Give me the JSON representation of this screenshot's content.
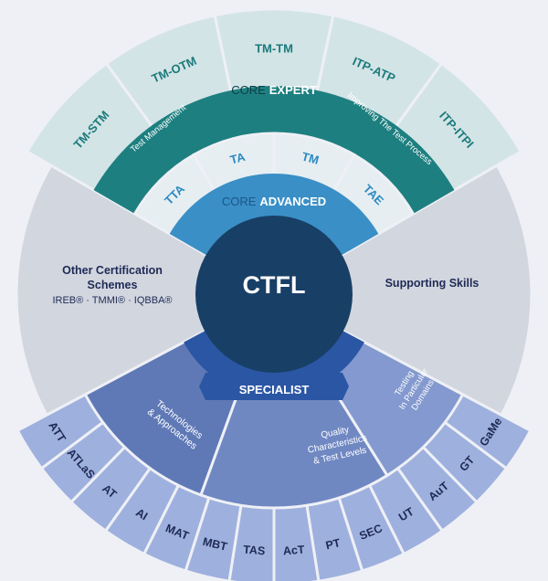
{
  "center": {
    "label": "CTFL"
  },
  "core_expert": {
    "label_prefix": "CORE",
    "label_main": "EXPERT",
    "sublabel_left": "Test Management",
    "sublabel_right": "Improving The Test Process",
    "modules": [
      "TM-STM",
      "TM-OTM",
      "TM-TM",
      "ITP-ATP",
      "ITP-ITPI"
    ]
  },
  "core_advanced": {
    "label_prefix": "CORE",
    "label_main": "ADVANCED",
    "modules": [
      "TTA",
      "TA",
      "TM",
      "TAE"
    ]
  },
  "other_schemes": {
    "title_line1": "Other Certification",
    "title_line2": "Schemes",
    "list": "IREB® · TMMI® · IQBBA®"
  },
  "supporting_skills": {
    "label": "Supporting Skills"
  },
  "specialist": {
    "label": "SPECIALIST",
    "groups": [
      {
        "label_line1": "Technologies",
        "label_line2": "& Approaches",
        "label_line3": ""
      },
      {
        "label_line1": "Quality",
        "label_line2": "Characteristics",
        "label_line3": "& Test Levels"
      },
      {
        "label_line1": "Testing",
        "label_line2": "In Particular",
        "label_line3": "Domains"
      }
    ],
    "modules": [
      "ATT",
      "ATLaS",
      "AT",
      "AI",
      "MAT",
      "MBT",
      "TAS",
      "AcT",
      "PT",
      "SEC",
      "UT",
      "AuT",
      "GT",
      "GaMe"
    ]
  },
  "colors": {
    "background": "#eef0f6",
    "expert_band": "#1e7f80",
    "expert_outer": "#d3e4e6",
    "advanced_band": "#3a8fc6",
    "advanced_outer": "#e6eef2",
    "center": "#183f66",
    "gray_band": "#d2d6de",
    "specialist_band": "#5f79b6",
    "specialist_outer": "#9eb0dd",
    "specialist_dark": "#2b56a4",
    "dark_text": "#1e2a56"
  }
}
